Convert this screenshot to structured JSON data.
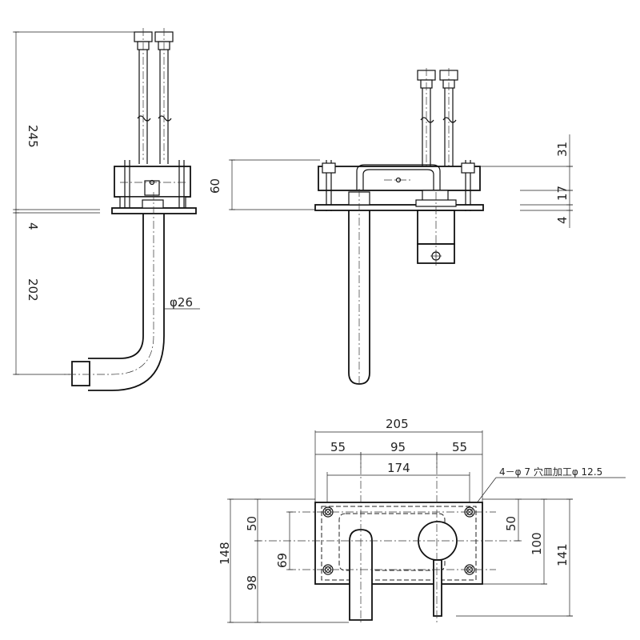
{
  "side_view": {
    "dim_height_upper": "245",
    "dim_plate": "4",
    "dim_height_lower": "202",
    "dim_diameter": "φ26"
  },
  "front_view": {
    "dim_box_height": "60",
    "dim_top": "31",
    "dim_mid": "17",
    "dim_bottom": "4"
  },
  "top_view": {
    "dim_overall_width": "205",
    "dim_seg_left": "55",
    "dim_seg_center": "95",
    "dim_seg_right": "55",
    "dim_hole_pitch": "174",
    "hole_note": "4－φ 7 穴皿加工φ 12.5",
    "dim_left_upper": "50",
    "dim_left_inner": "69",
    "dim_left_overall": "148",
    "dim_left_lower": "98",
    "dim_right_upper": "50",
    "dim_right_hole": "100",
    "dim_right_overall": "141"
  }
}
